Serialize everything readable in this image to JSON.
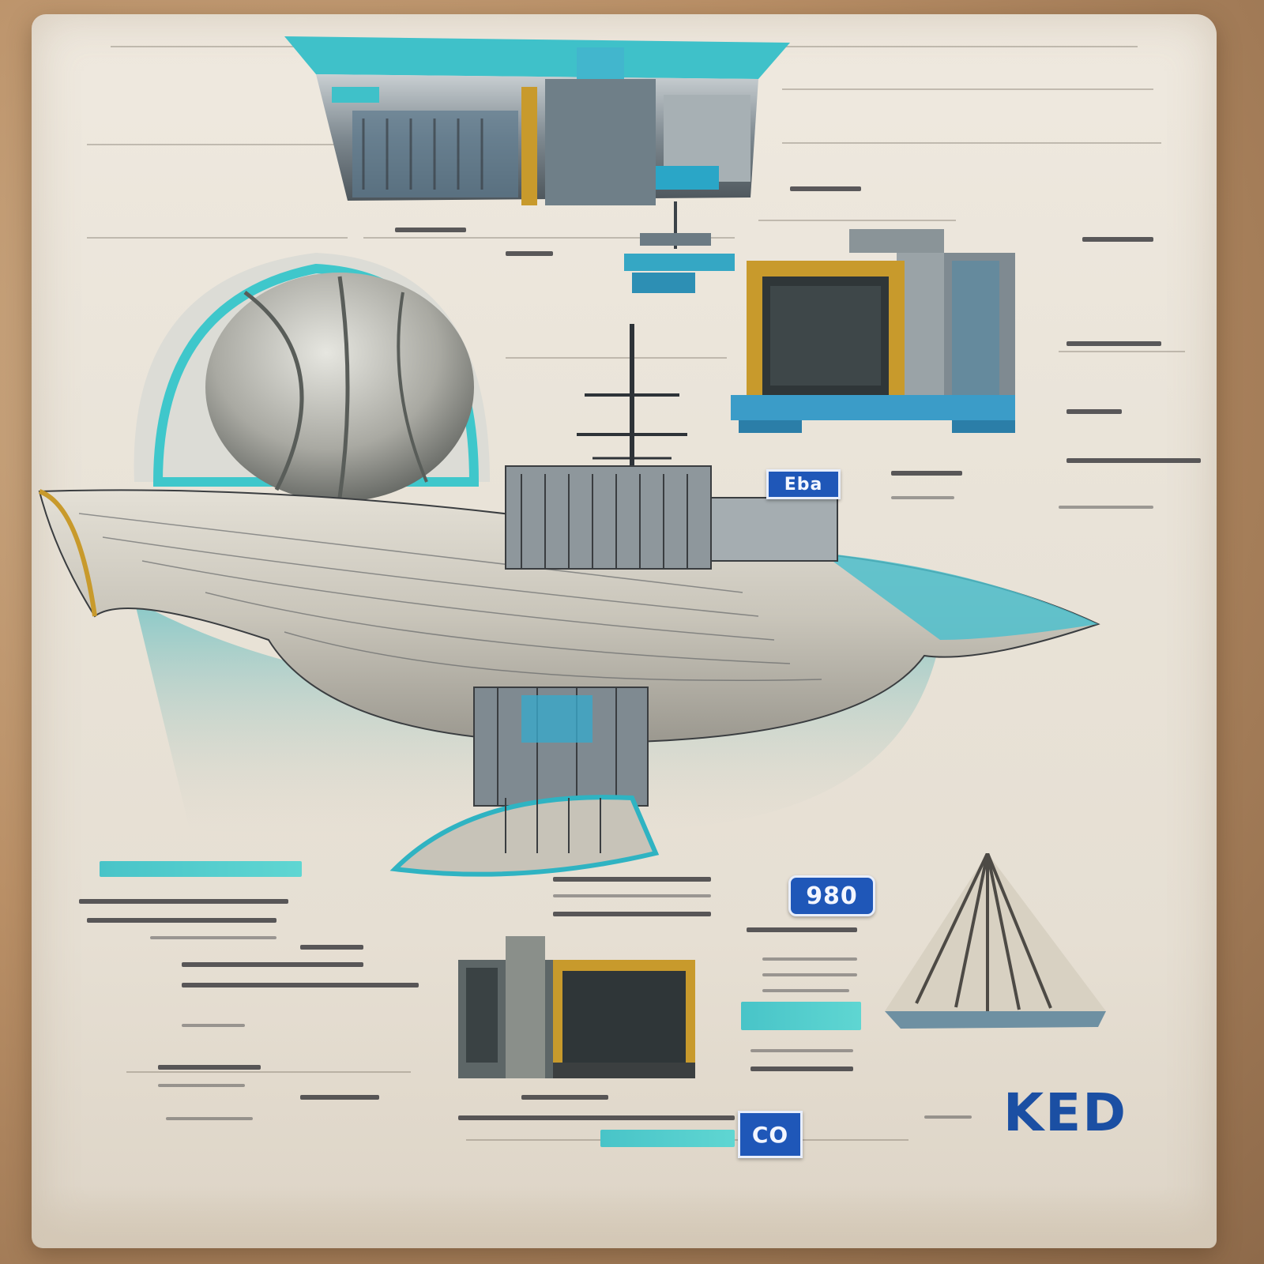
{
  "scene": {
    "description_free": true,
    "badges": [
      {
        "id": "badge-top",
        "text": "Eba"
      },
      {
        "id": "badge-mid",
        "text": "980"
      },
      {
        "id": "badge-bottom",
        "text": "CO"
      }
    ],
    "corner_label": "KED",
    "colors": {
      "paper": "#ebe5da",
      "teal": "#4fcbcc",
      "badge_blue": "#1f57b8",
      "ink": "#2a2a2e",
      "gold": "#c89a2c",
      "steel": "#8e979c"
    }
  }
}
